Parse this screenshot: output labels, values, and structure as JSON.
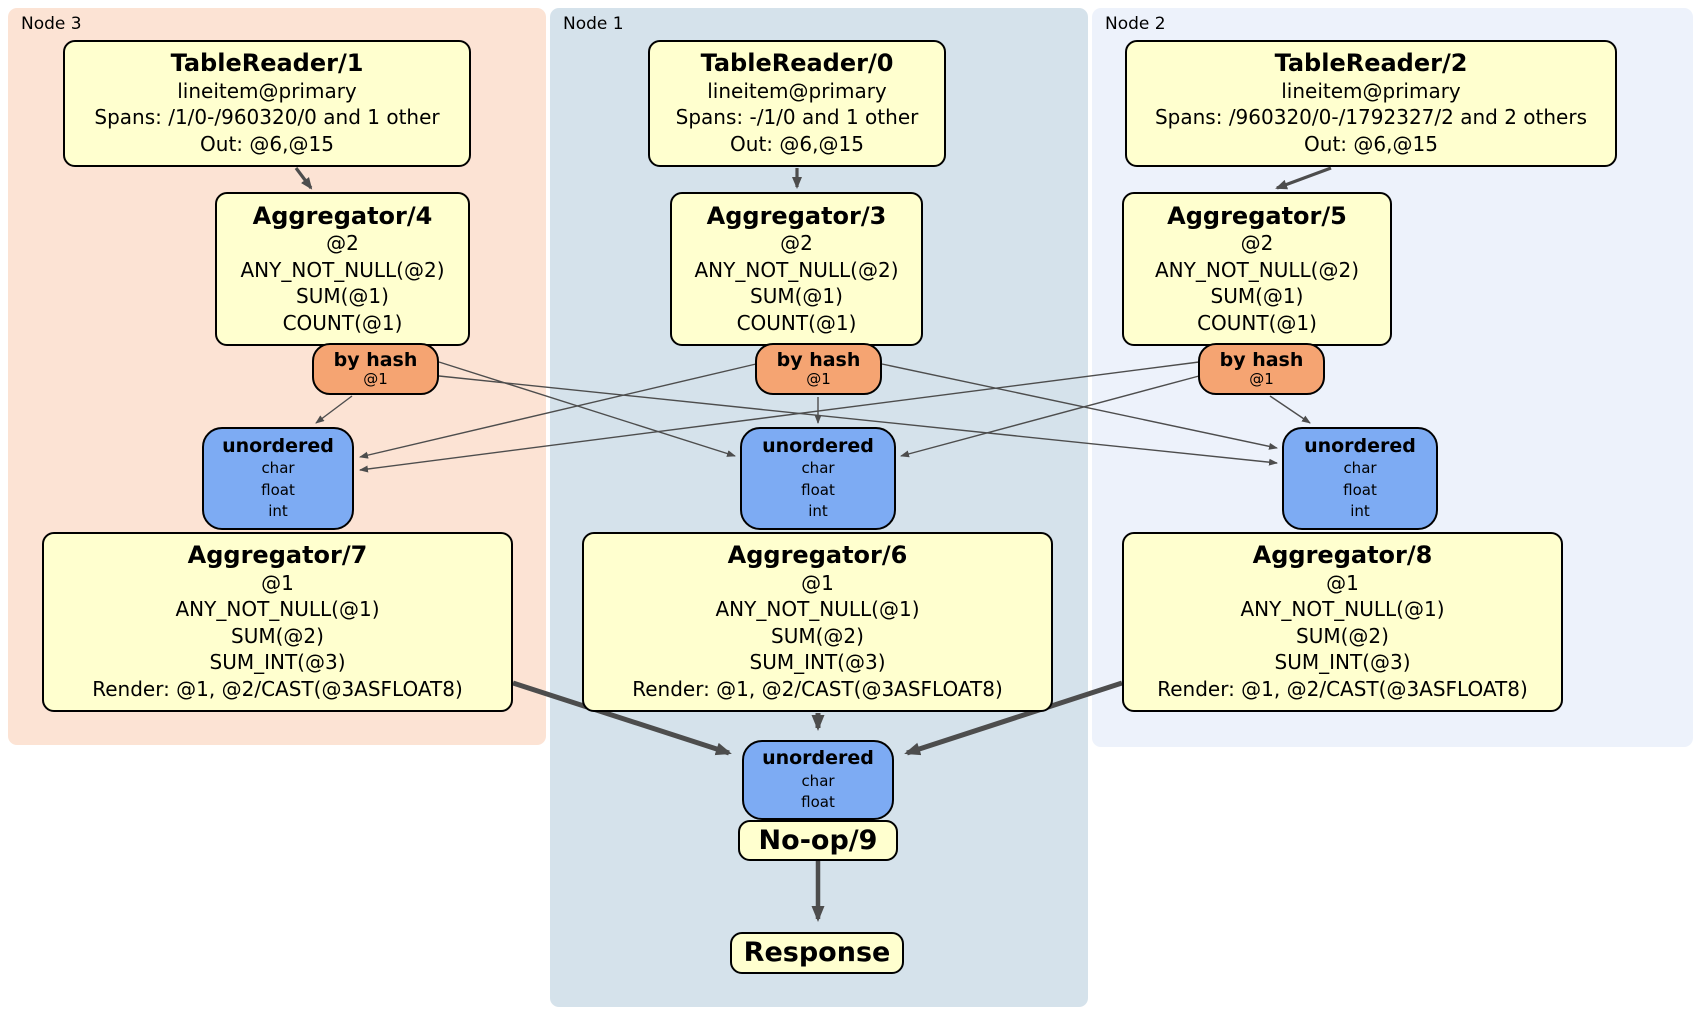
{
  "nodes": [
    {
      "label": "Node 3",
      "table_reader": {
        "title": "TableReader/1",
        "lines": [
          "lineitem@primary",
          "Spans: /1/0-/960320/0 and 1 other",
          "Out: @6,@15"
        ]
      },
      "stage1_aggregator": {
        "title": "Aggregator/4",
        "lines": [
          "@2",
          "ANY_NOT_NULL(@2)",
          "SUM(@1)",
          "COUNT(@1)"
        ]
      },
      "router": {
        "title": "by hash",
        "key": "@1"
      },
      "sync": {
        "title": "unordered",
        "lines": [
          "char",
          "float",
          "int"
        ]
      },
      "stage2_aggregator": {
        "title": "Aggregator/7",
        "lines": [
          "@1",
          "ANY_NOT_NULL(@1)",
          "SUM(@2)",
          "SUM_INT(@3)",
          "Render: @1, @2/CAST(@3ASFLOAT8)"
        ]
      }
    },
    {
      "label": "Node 1",
      "table_reader": {
        "title": "TableReader/0",
        "lines": [
          "lineitem@primary",
          "Spans: -/1/0 and 1 other",
          "Out: @6,@15"
        ]
      },
      "stage1_aggregator": {
        "title": "Aggregator/3",
        "lines": [
          "@2",
          "ANY_NOT_NULL(@2)",
          "SUM(@1)",
          "COUNT(@1)"
        ]
      },
      "router": {
        "title": "by hash",
        "key": "@1"
      },
      "sync": {
        "title": "unordered",
        "lines": [
          "char",
          "float",
          "int"
        ]
      },
      "stage2_aggregator": {
        "title": "Aggregator/6",
        "lines": [
          "@1",
          "ANY_NOT_NULL(@1)",
          "SUM(@2)",
          "SUM_INT(@3)",
          "Render: @1, @2/CAST(@3ASFLOAT8)"
        ]
      }
    },
    {
      "label": "Node 2",
      "table_reader": {
        "title": "TableReader/2",
        "lines": [
          "lineitem@primary",
          "Spans: /960320/0-/1792327/2 and 2 others",
          "Out: @6,@15"
        ]
      },
      "stage1_aggregator": {
        "title": "Aggregator/5",
        "lines": [
          "@2",
          "ANY_NOT_NULL(@2)",
          "SUM(@1)",
          "COUNT(@1)"
        ]
      },
      "router": {
        "title": "by hash",
        "key": "@1"
      },
      "sync": {
        "title": "unordered",
        "lines": [
          "char",
          "float",
          "int"
        ]
      },
      "stage2_aggregator": {
        "title": "Aggregator/8",
        "lines": [
          "@1",
          "ANY_NOT_NULL(@1)",
          "SUM(@2)",
          "SUM_INT(@3)",
          "Render: @1, @2/CAST(@3ASFLOAT8)"
        ]
      }
    }
  ],
  "final_stage": {
    "sync": {
      "title": "unordered",
      "lines": [
        "char",
        "float"
      ]
    },
    "noop_label": "No-op/9",
    "response_label": "Response"
  },
  "colors": {
    "node3_bg": "#fce3d4",
    "node1_bg": "#d5e2eb",
    "node2_bg": "#edf2fb",
    "processor_fill": "#ffffcf",
    "router_fill": "#f5a472",
    "sync_fill": "#7dabf3",
    "edge": "#4d4d4d"
  }
}
